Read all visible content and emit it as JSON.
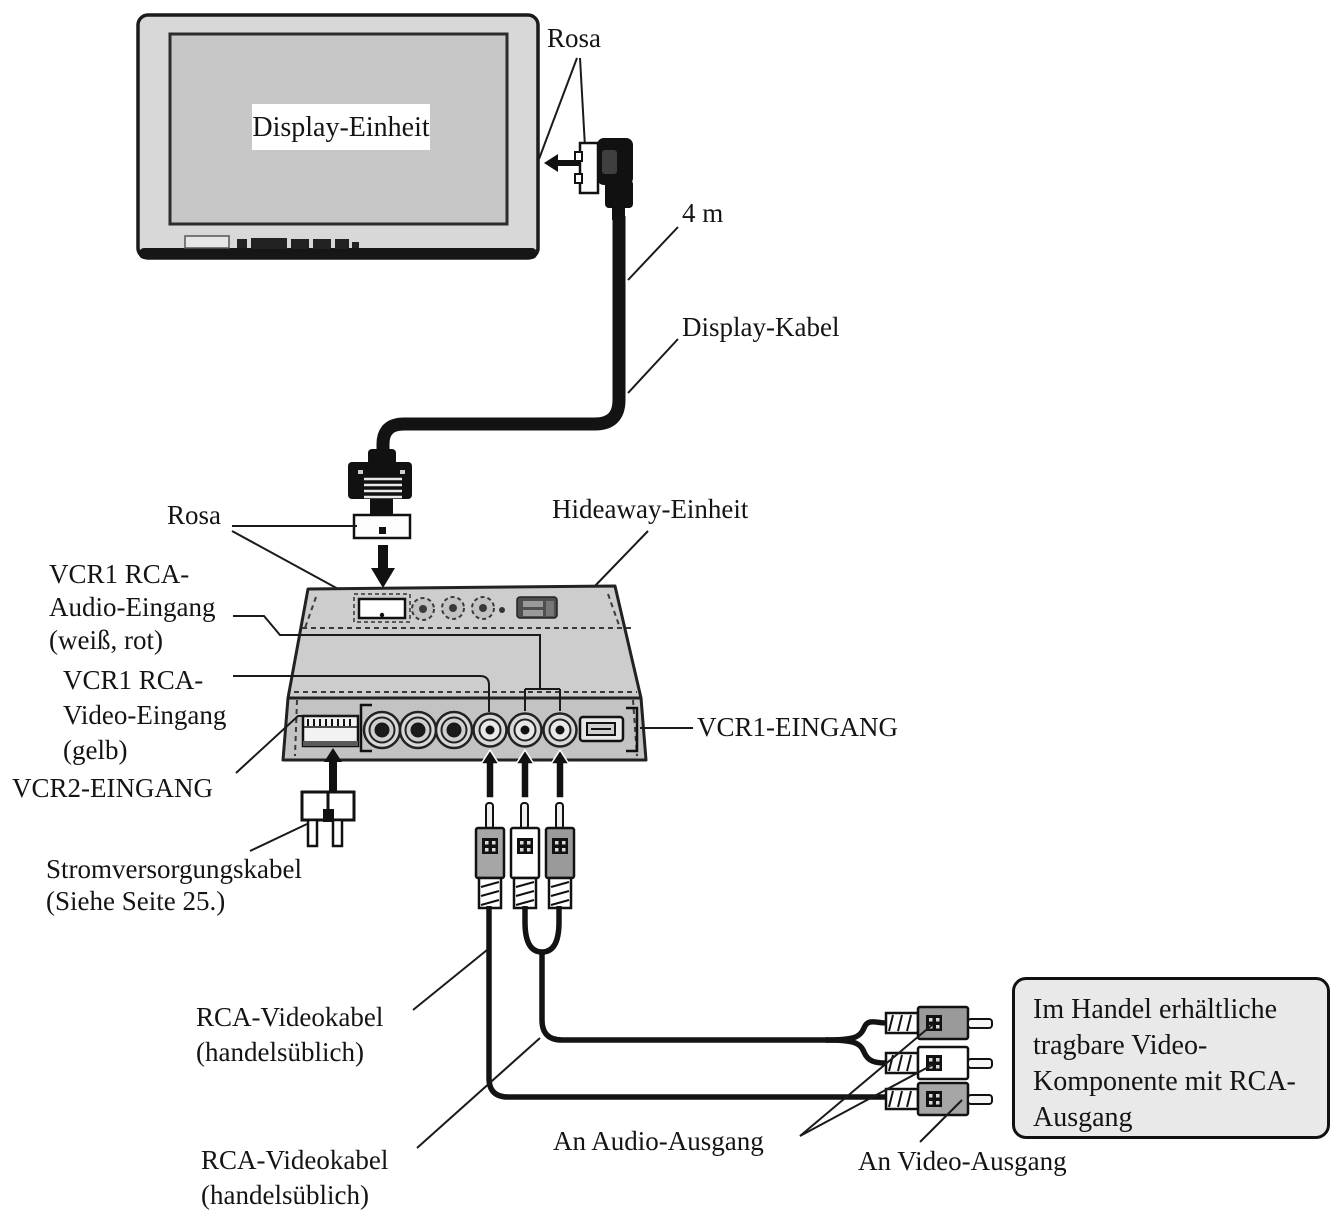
{
  "diagram": {
    "title_context": "AV installation wiring diagram",
    "labels": {
      "display_unit": "Display-Einheit",
      "rosa_top": "Rosa",
      "cable_length": "4 m",
      "display_cable": "Display-Kabel",
      "rosa_mid": "Rosa",
      "hideaway_unit": "Hideaway-Einheit",
      "vcr1_audio_line1": "VCR1 RCA-",
      "vcr1_audio_line2": "Audio-Eingang",
      "vcr1_audio_line3": "(weiß, rot)",
      "vcr1_video_line1": "VCR1 RCA-",
      "vcr1_video_line2": "Video-Eingang",
      "vcr1_video_line3": "(gelb)",
      "vcr2_input": "VCR2-EINGANG",
      "power_cable_line1": "Stromversorgungskabel",
      "power_cable_line2": "(Siehe Seite 25.)",
      "vcr1_input": "VCR1-EINGANG",
      "rca_video_cable1_line1": "RCA-Videokabel",
      "rca_video_cable1_line2": "(handelsüblich)",
      "rca_video_cable2_line1": "RCA-Videokabel",
      "rca_video_cable2_line2": "(handelsüblich)",
      "audio_output": "An Audio-Ausgang",
      "video_output": "An Video-Ausgang",
      "component_box_line1": "Im Handel erhältliche",
      "component_box_line2": "tragbare Video-",
      "component_box_line3": "Komponente mit RCA-",
      "component_box_line4": "Ausgang"
    },
    "colors": {
      "line": "#1a1a1a",
      "display_bezel": "#d8d8d8",
      "screen": "#c7c7c7",
      "unit_top_face": "#cdcdcd",
      "unit_front_face": "#c3c3c3",
      "component_box_fill": "#e9e9e9",
      "plug_gray": "#a6a6a6",
      "plug_white": "#ffffff"
    }
  }
}
